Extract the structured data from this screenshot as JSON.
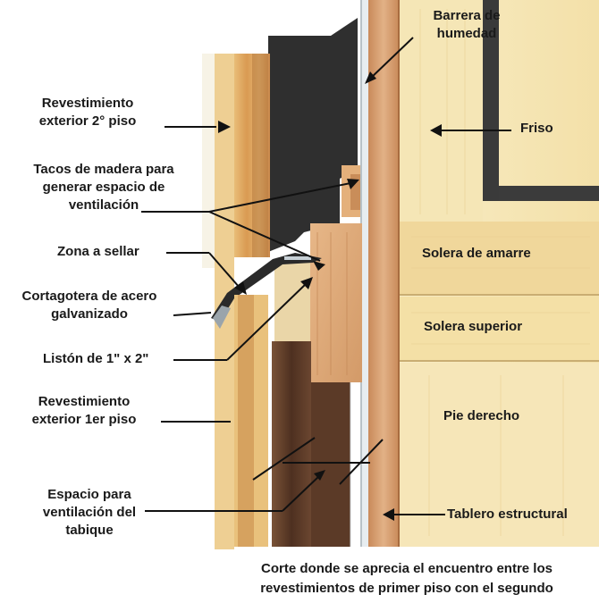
{
  "labels": {
    "barrera": "Barrera de\nhumedad",
    "rev2": "Revestimiento\nexterior 2° piso",
    "friso": "Friso",
    "tacos": "Tacos de madera para\ngenerar espacio de\nventilación",
    "zona": "Zona a sellar",
    "solera_amarre": "Solera de amarre",
    "cortagotera": "Cortagotera de acero\ngalvanizado",
    "solera_superior": "Solera superior",
    "liston": "Listón de 1\" x 2\"",
    "rev1": "Revestimiento\nexterior 1er piso",
    "pie_derecho": "Pie derecho",
    "espacio": "Espacio para\nventilación del\ntabique",
    "tablero": "Tablero estructural"
  },
  "caption": "Corte donde se aprecia el encuentro entre los\nrevestimientos de primer piso con  el segundo",
  "colors": {
    "light_wood": "#f6e7b4",
    "mid_wood": "#e8c98a",
    "board_wood": "#d9a36e",
    "dark_wood": "#5a3a26",
    "very_dark": "#2c2c2c",
    "steel": "#9aa4ab"
  }
}
